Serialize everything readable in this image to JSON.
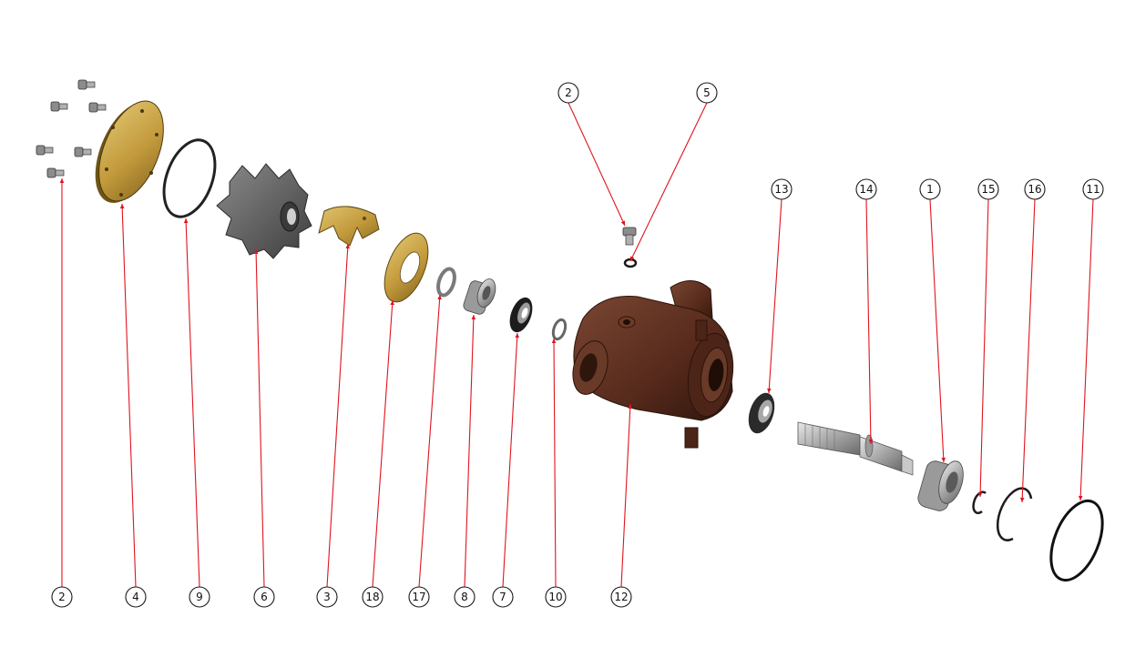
{
  "colors": {
    "leader": "#e0141e",
    "bronze": "#c8a447",
    "bronze_dark": "#8a6a22",
    "body_brown": "#5a3022",
    "body_dark": "#33190f",
    "rubber": "#5e5e5e",
    "steel": "#b4b4b4",
    "black_ring": "#1c1c1c"
  },
  "callouts": [
    {
      "id": "c-bottom-2",
      "label": "2"
    },
    {
      "id": "c-bottom-4",
      "label": "4"
    },
    {
      "id": "c-bottom-9",
      "label": "9"
    },
    {
      "id": "c-bottom-6",
      "label": "6"
    },
    {
      "id": "c-bottom-3",
      "label": "3"
    },
    {
      "id": "c-bottom-18",
      "label": "18"
    },
    {
      "id": "c-bottom-17",
      "label": "17"
    },
    {
      "id": "c-bottom-8",
      "label": "8"
    },
    {
      "id": "c-bottom-7",
      "label": "7"
    },
    {
      "id": "c-bottom-10",
      "label": "10"
    },
    {
      "id": "c-bottom-12",
      "label": "12"
    },
    {
      "id": "c-top-2",
      "label": "2"
    },
    {
      "id": "c-top-5",
      "label": "5"
    },
    {
      "id": "c-top-13",
      "label": "13"
    },
    {
      "id": "c-top-14",
      "label": "14"
    },
    {
      "id": "c-top-1",
      "label": "1"
    },
    {
      "id": "c-top-15",
      "label": "15"
    },
    {
      "id": "c-top-16",
      "label": "16"
    },
    {
      "id": "c-top-11",
      "label": "11"
    }
  ]
}
